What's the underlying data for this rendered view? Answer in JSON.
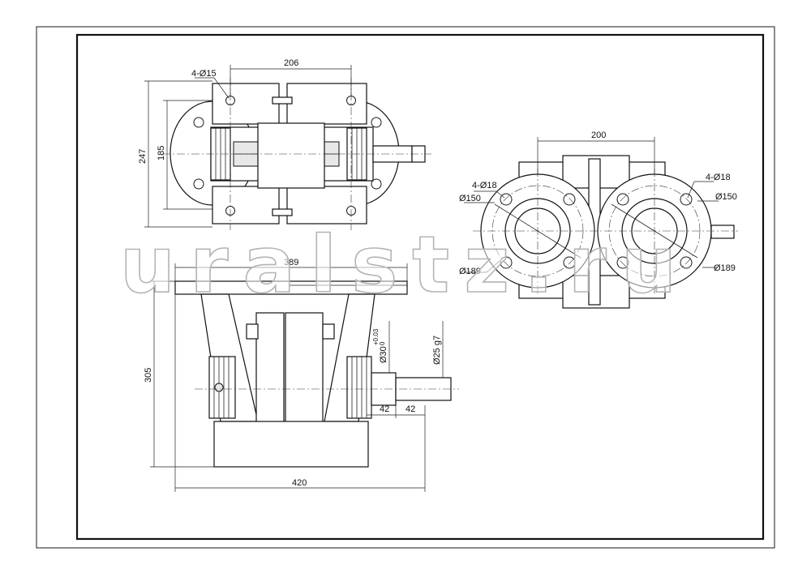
{
  "watermark": "uralstz.ru",
  "top_view": {
    "dim_width": "206",
    "dim_height_outer": "247",
    "dim_height_inner": "185",
    "holes": "4-Ø15"
  },
  "side_view": {
    "dim_top": "389",
    "dim_bottom": "420",
    "dim_height": "305",
    "dim_bore": "Ø30",
    "dim_bore_upper_tol": "+0.03",
    "dim_bore_lower_tol": "0",
    "dim_shaft": "Ø25 g7",
    "dim_step_1": "42",
    "dim_step_2": "42"
  },
  "end_view": {
    "dim_width": "200",
    "left_holes": "4-Ø18",
    "right_holes": "4-Ø18",
    "left_pcd": "Ø150",
    "right_pcd": "Ø150",
    "left_outer": "Ø189",
    "right_outer": "Ø189"
  }
}
